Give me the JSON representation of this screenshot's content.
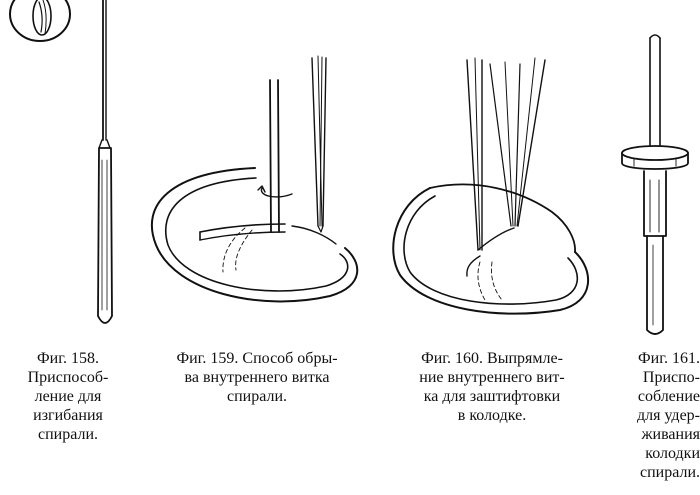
{
  "captions": {
    "fig158": [
      "Фиг. 158.",
      "Приспособ-",
      "ление для",
      "изгибания",
      "спирали."
    ],
    "fig159": [
      "Фиг. 159. Способ обры-",
      "ва внутреннего витка",
      "спирали."
    ],
    "fig160": [
      "Фиг. 160. Выпрямле-",
      "ние внутреннего вит-",
      "ка для заштифтовки",
      "в колодке."
    ],
    "fig161": [
      "Фиг. 161.",
      "Приспо-",
      "собление",
      "для удер-",
      "живания",
      "колодки",
      "спирали."
    ]
  },
  "colors": {
    "ink": "#111111",
    "paper": "#ffffff"
  }
}
